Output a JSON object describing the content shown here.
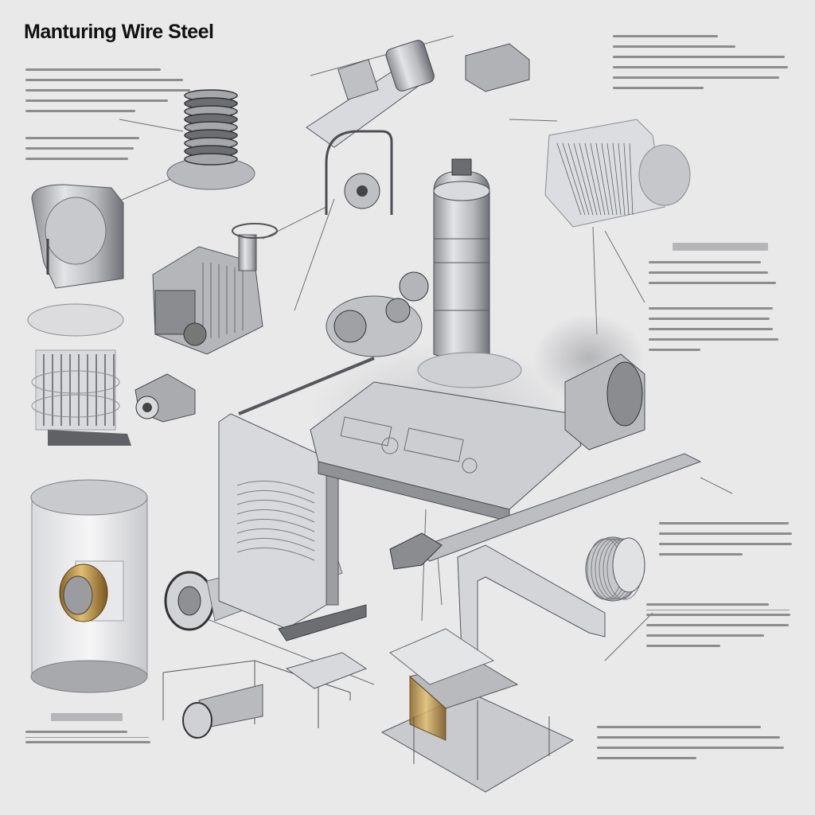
{
  "title": "Manturing Wire Steel",
  "colors": {
    "background": "#e9e9ea",
    "metal_light": "#d7d8db",
    "metal_mid": "#a9abaf",
    "metal_dark": "#55575b",
    "brass": "#c39a47",
    "ink": "#222222"
  },
  "annotations": [
    {
      "id": "top-left",
      "heading": "",
      "lines": [
        0.74,
        0.86,
        0.9,
        0.78,
        0.6
      ]
    },
    {
      "id": "mid-left",
      "heading": "",
      "lines": [
        0.84,
        0.8,
        0.76
      ]
    },
    {
      "id": "top-right",
      "heading": "",
      "lines": [
        0.6,
        0.7,
        0.98,
        1.0,
        0.95,
        0.52
      ]
    },
    {
      "id": "mid-right-1",
      "heading": "",
      "lines": [
        0.74,
        0.79,
        0.84
      ]
    },
    {
      "id": "mid-right-2",
      "heading": "",
      "lines": [
        0.82,
        0.8,
        0.82,
        0.86,
        0.34
      ]
    },
    {
      "id": "right-3",
      "heading": "",
      "lines": [
        0.96,
        0.98,
        0.98,
        0.62
      ]
    },
    {
      "id": "right-4",
      "heading": "",
      "lines": [
        0.83,
        0.98,
        0.97,
        0.8,
        0.5
      ]
    },
    {
      "id": "bottom-right",
      "heading": "",
      "lines": [
        0.86,
        0.96,
        0.98,
        0.52
      ]
    },
    {
      "id": "bottom-left",
      "heading": "",
      "lines": [
        0.8,
        0.98
      ]
    }
  ]
}
